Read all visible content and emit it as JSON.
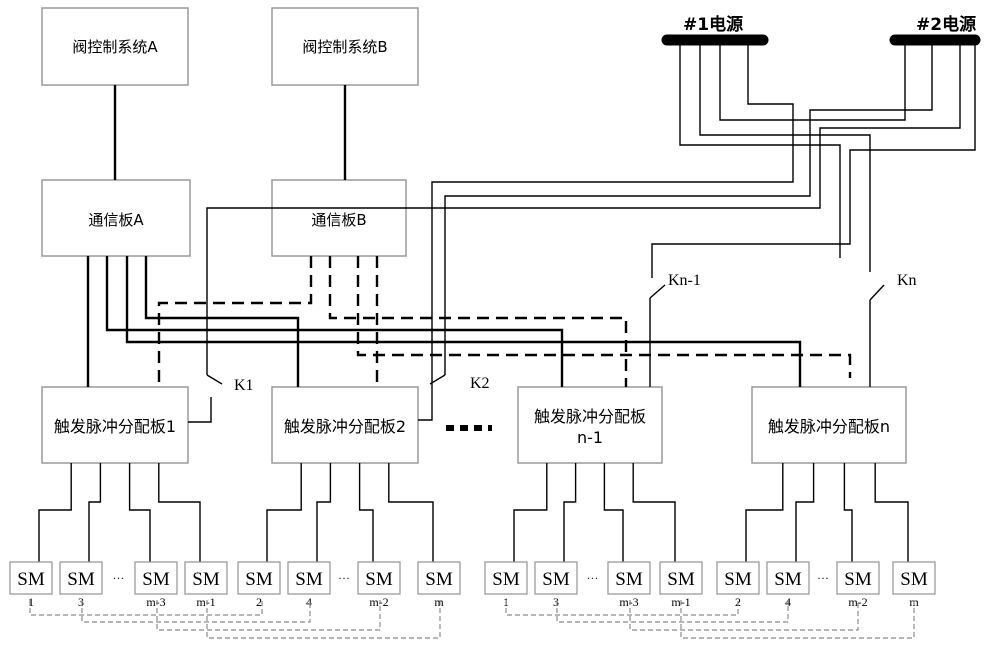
{
  "valve_control": {
    "a": "阀控制系统A",
    "b": "阀控制系统B"
  },
  "comm_board": {
    "a": "通信板A",
    "b": "通信板B"
  },
  "power": {
    "p1": "#1电源",
    "p2": "#2电源"
  },
  "trigger_boards": {
    "b1": "触发脉冲分配板1",
    "b2": "触发脉冲分配板2",
    "bn1_line1": "触发脉冲分配板",
    "bn1_line2": "n-1",
    "bn": "触发脉冲分配板n"
  },
  "switches": {
    "k1": "K1",
    "k2": "K2",
    "kn1": "Kn-1",
    "kn": "Kn"
  },
  "sm_label": "SM",
  "sm_dots": "···",
  "sm_groups": [
    [
      "1",
      "3",
      "m-3",
      "m-1"
    ],
    [
      "2",
      "4",
      "m-2",
      "m"
    ],
    [
      "1",
      "3",
      "m-3",
      "m-1"
    ],
    [
      "2",
      "4",
      "m-2",
      "m"
    ]
  ]
}
